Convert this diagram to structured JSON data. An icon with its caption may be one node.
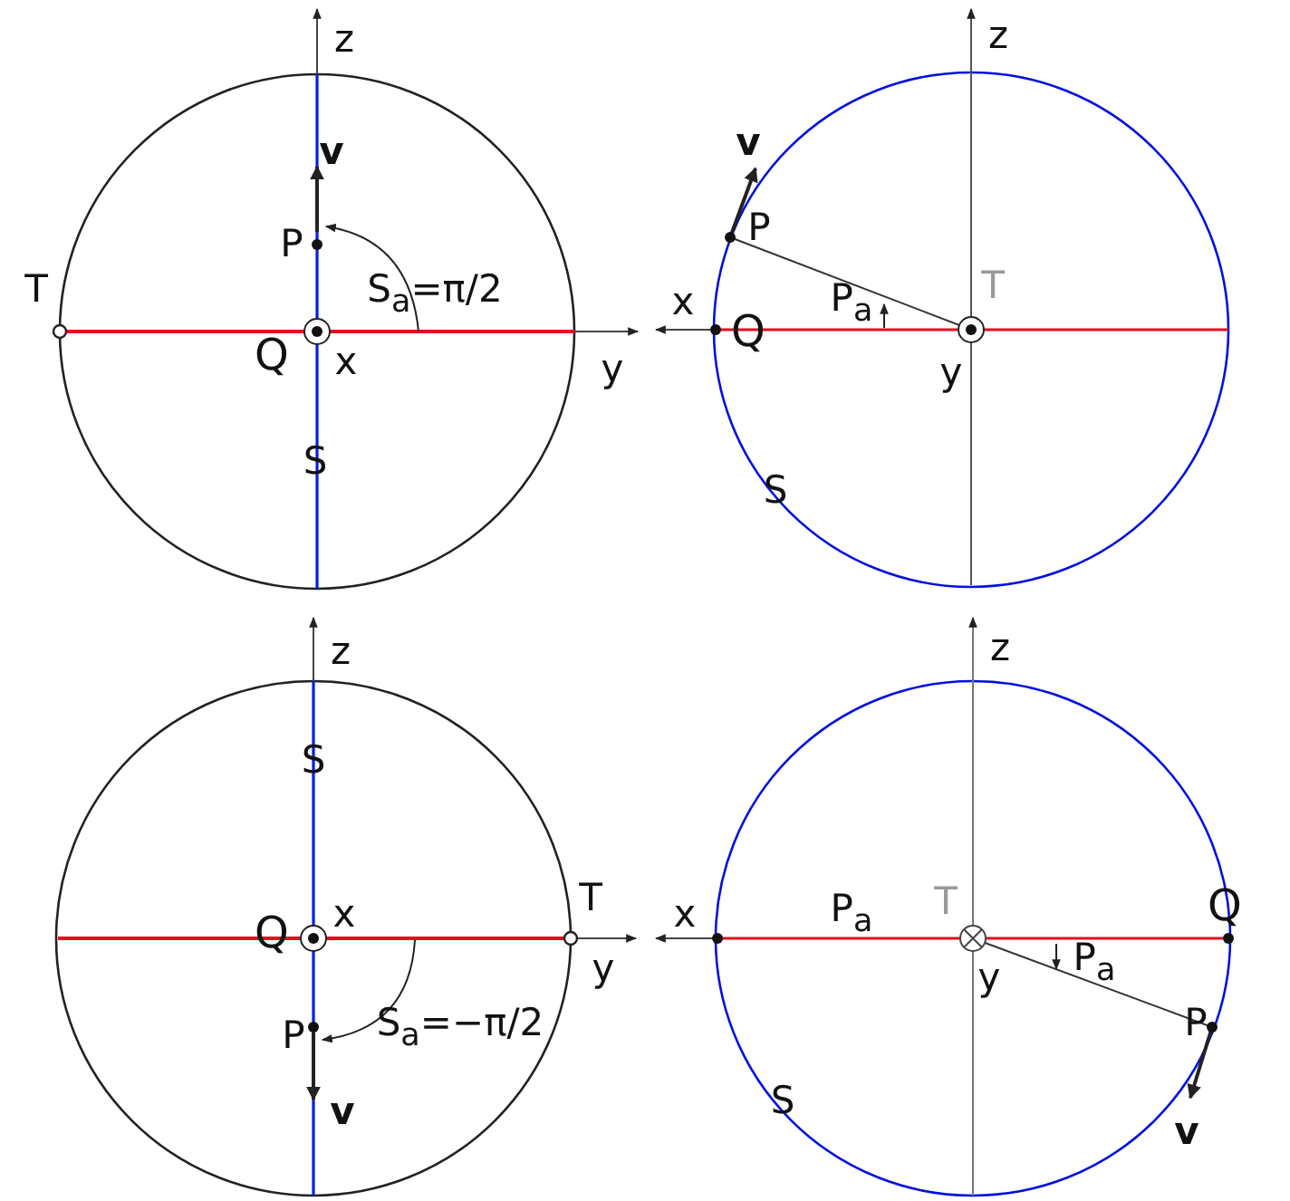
{
  "diagram": {
    "labels": [
      "z",
      "v",
      "P",
      "S$_{a}$=π/2",
      "T",
      "Q",
      "x",
      "y",
      "S",
      "z",
      "v",
      "P",
      "x",
      "Q",
      "P$_{a}$",
      "T",
      "y",
      "S",
      "z",
      "S",
      "Q",
      "x",
      "T",
      "y",
      "S$_{a}$=−π/2",
      "P",
      "v",
      "z",
      "x",
      "P$_{a}$",
      "T",
      "Q",
      "y",
      "P$_{a}$",
      "P",
      "v",
      "S"
    ]
  }
}
